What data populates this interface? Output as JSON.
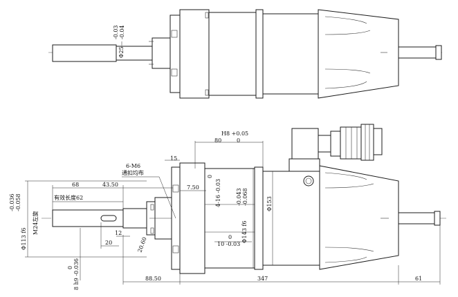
{
  "top_view": {
    "tol_upper": "-0.03",
    "tol_lower": "-0.04",
    "shaft_dia": "Φ25"
  },
  "front_view": {
    "fit_h8": "H8 +0.05",
    "fit_h8_lower": "0",
    "dim_80": "80",
    "dim_15": "15",
    "note_6m6": "6-M6",
    "note_even": "通扣均布",
    "dim_68": "68",
    "dim_43_50": "43.50",
    "dim_7_50": "7.50",
    "key_4_16_upper": "0",
    "key_4_16": "4-16 -0.03",
    "tol_036": "-0.036",
    "tol_058": "-0.058",
    "effective_len": "有效长度62",
    "m24": "M24左旋",
    "dia113": "Φ113 f6",
    "dim_12": "12",
    "dim_20": "20",
    "dim_20_60": "20.60",
    "dim_10_upper": "0",
    "dim_10": "10 -0.03",
    "dia143_upper": "-0.043",
    "dia143_lower": "-0.068",
    "dia143": "Φ143 f6",
    "dia153": "Φ153",
    "key_8_upper": "0",
    "key_8": "8 h9 -0.036",
    "dim_88_50": "88.50",
    "dim_347": "347",
    "dim_61": "61"
  }
}
